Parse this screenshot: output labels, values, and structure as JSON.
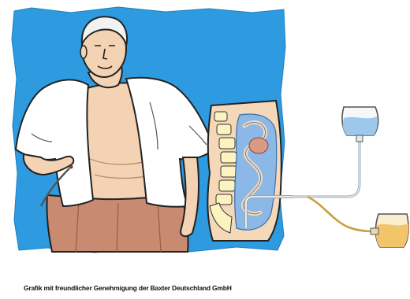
{
  "credit": "Grafik mit freundlicher Genehmigung der Baxter Deutschland GmbH",
  "colors": {
    "background_blue": "#2e9be0",
    "skin": "#f3d3b3",
    "shirt": "#ffffff",
    "trousers": "#c98a72",
    "outline": "#222222",
    "bone": "#fbf4c0",
    "peritoneal_fluid": "#8bb8e6",
    "bag_fluid": "#9ec7ec",
    "drain_bag_fluid": "#f2c56b",
    "tube": "#b9c4cc"
  },
  "icons": {
    "patient": "man-opening-shirt-with-catheter",
    "cross_section": "abdomen-sagittal-section",
    "supply_bag": "dialysate-bag",
    "drain_bag": "drainage-bag"
  }
}
